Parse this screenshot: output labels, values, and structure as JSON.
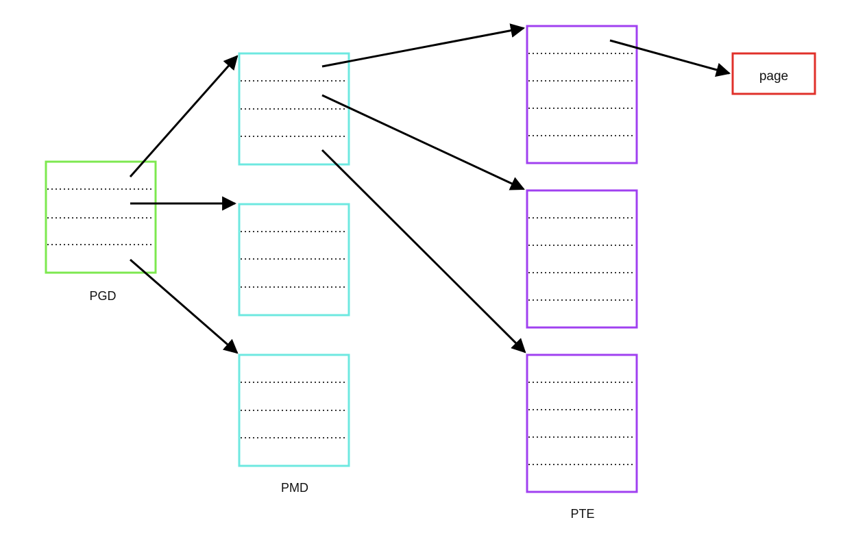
{
  "diagram": {
    "labels": {
      "pgd": "PGD",
      "pmd": "PMD",
      "pte": "PTE",
      "page": "page"
    },
    "colors": {
      "pgd": "#7de84f",
      "pmd": "#6ee8e0",
      "pte": "#a040f0",
      "page": "#e0302a",
      "arrow": "#000000",
      "divider": "#333333"
    },
    "tables": [
      {
        "id": "pgd",
        "level": "PGD",
        "entries": 4
      },
      {
        "id": "pmd-1",
        "level": "PMD",
        "entries": 4
      },
      {
        "id": "pmd-2",
        "level": "PMD",
        "entries": 4
      },
      {
        "id": "pmd-3",
        "level": "PMD",
        "entries": 4
      },
      {
        "id": "pte-1",
        "level": "PTE",
        "entries": 5
      },
      {
        "id": "pte-2",
        "level": "PTE",
        "entries": 5
      },
      {
        "id": "pte-3",
        "level": "PTE",
        "entries": 5
      }
    ],
    "links": [
      {
        "from": "pgd",
        "to": "pmd-1"
      },
      {
        "from": "pgd",
        "to": "pmd-2"
      },
      {
        "from": "pgd",
        "to": "pmd-3"
      },
      {
        "from": "pmd-1",
        "to": "pte-1"
      },
      {
        "from": "pmd-1",
        "to": "pte-2"
      },
      {
        "from": "pmd-1",
        "to": "pte-3"
      },
      {
        "from": "pte-1",
        "to": "page"
      }
    ]
  }
}
